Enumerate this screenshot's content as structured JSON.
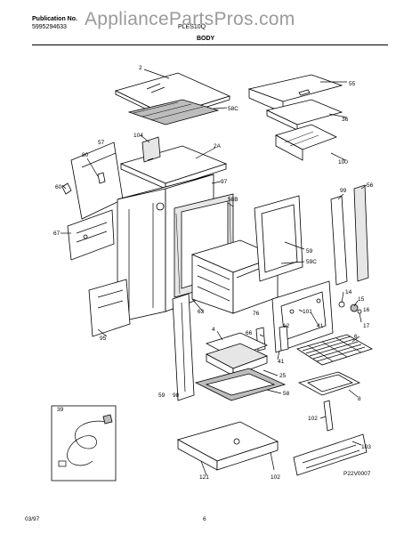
{
  "header": {
    "publication_label": "Publication No.",
    "publication_number": "5995294633",
    "model": "PLES10Q",
    "section_title": "BODY",
    "watermark": "AppliancePartsPros.com"
  },
  "footer": {
    "date": "03/97",
    "page": "6",
    "diagram_code": "P22V0007"
  },
  "callouts": {
    "c2": "2",
    "c2a": "2A",
    "c55": "55",
    "c58c_top": "58C",
    "c36": "36",
    "c100": "100",
    "c104": "104",
    "c57": "57",
    "c60": "60",
    "c80": "80",
    "c97": "97",
    "c58b": "58B",
    "c99": "99",
    "c56": "56",
    "c67": "67",
    "c59": "59",
    "c59c": "59C",
    "c14": "14",
    "c15": "15",
    "c16": "16",
    "c17": "17",
    "c41": "41",
    "c6": "6",
    "c101": "101",
    "c76": "76",
    "c63": "63",
    "c66": "66",
    "c12": "12",
    "c95": "95",
    "c4": "4",
    "c41b": "41",
    "c25": "25",
    "c58": "58",
    "c59b": "59",
    "c98": "98",
    "c8": "8",
    "c39": "39",
    "c102": "102",
    "c103": "103",
    "c121": "121",
    "c102b": "102"
  }
}
